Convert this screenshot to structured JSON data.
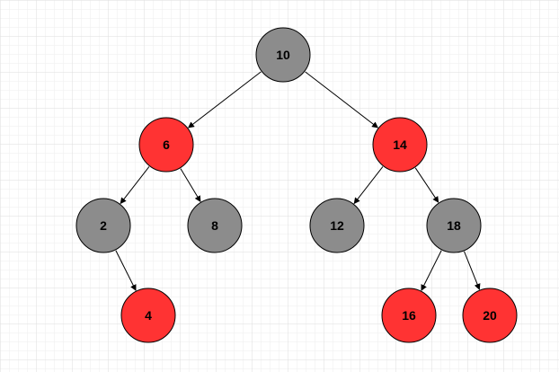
{
  "diagram": {
    "type": "tree",
    "colors": {
      "red_node": "#ff3333",
      "black_node": "#8c8c8c",
      "node_stroke": "#000000",
      "edge": "#000000",
      "grid_minor": "#eeeeee",
      "grid_major": "#dddddd"
    },
    "nodes": [
      {
        "id": "n10",
        "label": "10",
        "color": "black"
      },
      {
        "id": "n6",
        "label": "6",
        "color": "red"
      },
      {
        "id": "n14",
        "label": "14",
        "color": "red"
      },
      {
        "id": "n2",
        "label": "2",
        "color": "black"
      },
      {
        "id": "n8",
        "label": "8",
        "color": "black"
      },
      {
        "id": "n12",
        "label": "12",
        "color": "black"
      },
      {
        "id": "n18",
        "label": "18",
        "color": "black"
      },
      {
        "id": "n4",
        "label": "4",
        "color": "red"
      },
      {
        "id": "n16",
        "label": "16",
        "color": "red"
      },
      {
        "id": "n20",
        "label": "20",
        "color": "red"
      }
    ],
    "edges": [
      {
        "from": "n10",
        "to": "n6"
      },
      {
        "from": "n10",
        "to": "n14"
      },
      {
        "from": "n6",
        "to": "n2"
      },
      {
        "from": "n6",
        "to": "n8"
      },
      {
        "from": "n14",
        "to": "n12"
      },
      {
        "from": "n14",
        "to": "n18"
      },
      {
        "from": "n2",
        "to": "n4"
      },
      {
        "from": "n18",
        "to": "n16"
      },
      {
        "from": "n18",
        "to": "n20"
      }
    ]
  }
}
